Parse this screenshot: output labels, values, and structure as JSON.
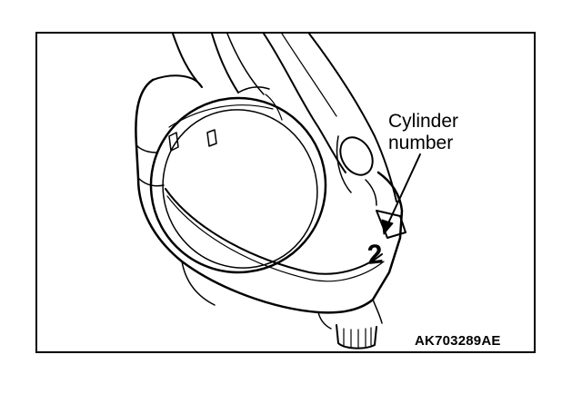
{
  "callout": {
    "line1": "Cylinder",
    "line2": "number"
  },
  "stamped_number": "2",
  "figure_code": "AK703289AE"
}
